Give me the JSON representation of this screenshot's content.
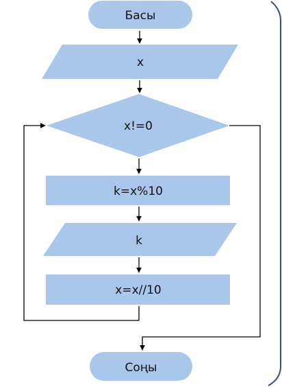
{
  "diagram": {
    "nodes": {
      "start": "Басы",
      "input": "x",
      "condition": "x!=0",
      "step_mod": "k=x%10",
      "output": "k",
      "step_div": "x=x//10",
      "end": "Соңы"
    }
  },
  "colors": {
    "shape_fill": "#a9c7ea",
    "frame": "#2e4f8f"
  }
}
